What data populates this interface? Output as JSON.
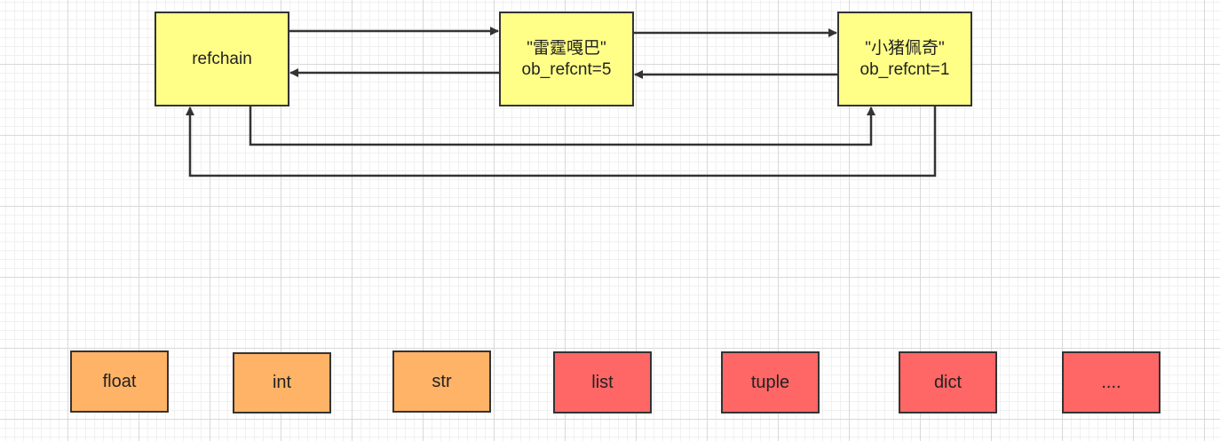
{
  "colors": {
    "yellow_fill": "#FFFF88",
    "orange_fill": "#FFB366",
    "red_fill": "#FF6666",
    "stroke": "#333333"
  },
  "nodes": {
    "refchain": {
      "label": "refchain"
    },
    "obj1": {
      "name": "\"雷霆嘎巴\"",
      "refcnt": "ob_refcnt=5"
    },
    "obj2": {
      "name": "\"小猪佩奇\"",
      "refcnt": "ob_refcnt=1"
    }
  },
  "types": [
    {
      "label": "float",
      "color": "orange"
    },
    {
      "label": "int",
      "color": "orange"
    },
    {
      "label": "str",
      "color": "orange"
    },
    {
      "label": "list",
      "color": "red"
    },
    {
      "label": "tuple",
      "color": "red"
    },
    {
      "label": "dict",
      "color": "red"
    },
    {
      "label": "....",
      "color": "red"
    }
  ]
}
